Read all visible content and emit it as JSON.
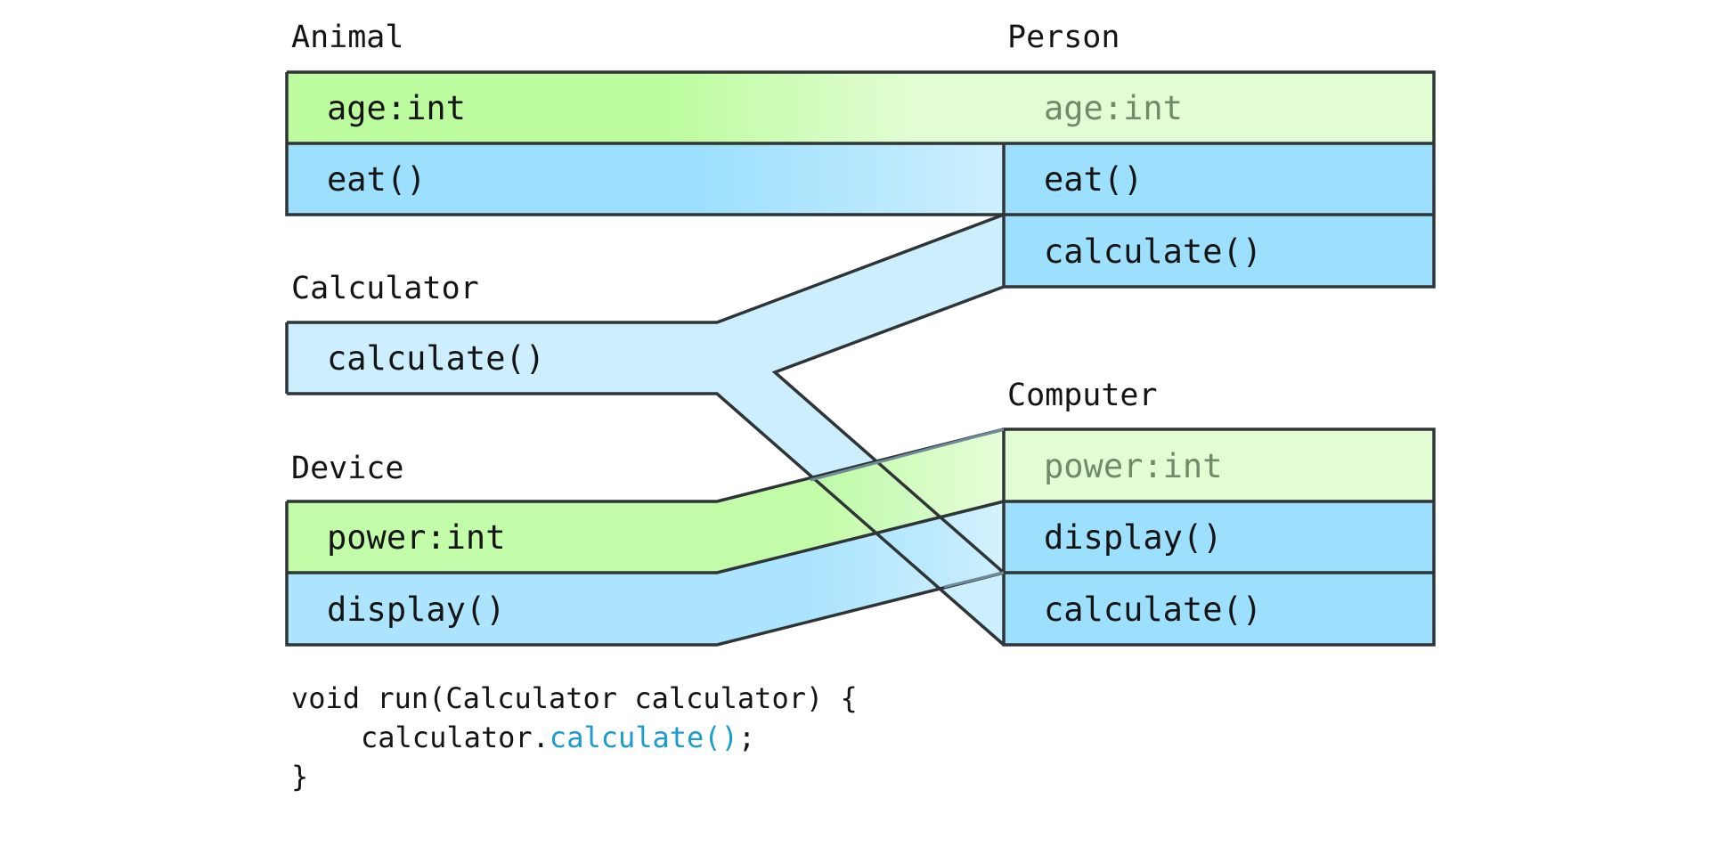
{
  "classes": {
    "animal": {
      "title": "Animal",
      "members": [
        "age:int",
        "eat()"
      ]
    },
    "person": {
      "title": "Person",
      "members": [
        "age:int",
        "eat()",
        "calculate()"
      ]
    },
    "calculator": {
      "title": "Calculator",
      "members": [
        "calculate()"
      ]
    },
    "device": {
      "title": "Device",
      "members": [
        "power:int",
        "display()"
      ]
    },
    "computer": {
      "title": "Computer",
      "members": [
        "power:int",
        "display()",
        "calculate()"
      ]
    }
  },
  "code": {
    "line1": "void run(Calculator calculator) {",
    "line2_prefix": "calculator.",
    "line2_call": "calculate()",
    "line2_suffix": ";",
    "line3": "}"
  },
  "colors": {
    "field_green": "#bcfc9e",
    "field_green_light": "#e2fdd4",
    "method_blue": "#9de0fd",
    "method_blue_light": "#cdeffd",
    "code_call_blue": "#1b9bd1",
    "outline": "#2f3436",
    "inherited_text": "#6e8c6a"
  }
}
